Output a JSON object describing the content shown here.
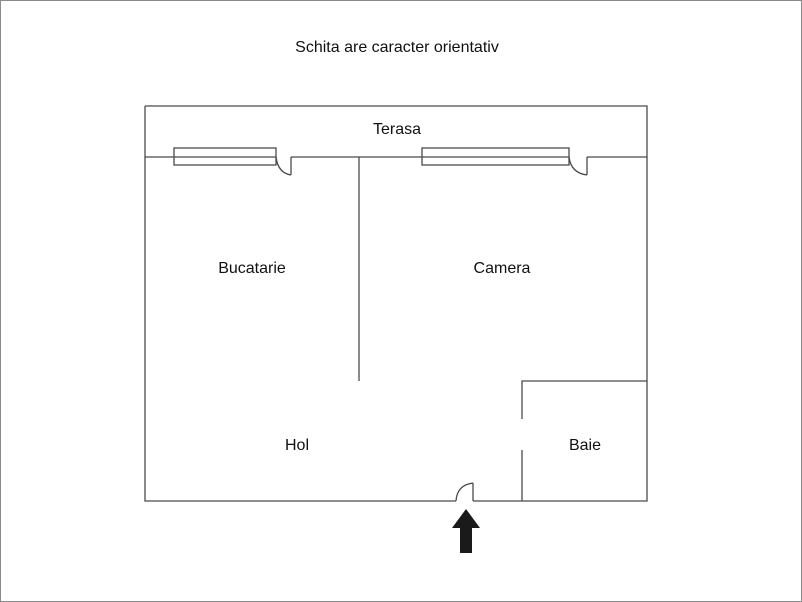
{
  "title": "Schita are caracter orientativ",
  "rooms": {
    "terasa": "Terasa",
    "bucatarie": "Bucatarie",
    "camera": "Camera",
    "hol": "Hol",
    "baie": "Baie"
  },
  "colors": {
    "wall": "#4a4a4a",
    "arrow": "#1a1a1a",
    "text": "#111111",
    "border": "#8a8a8a"
  }
}
